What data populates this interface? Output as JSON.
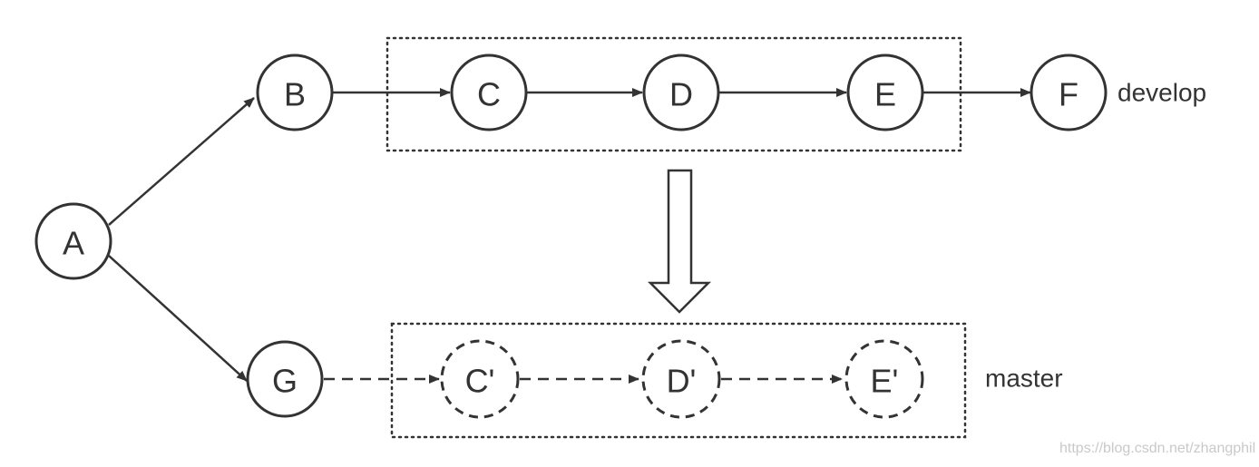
{
  "nodes": {
    "A": "A",
    "B": "B",
    "C": "C",
    "D": "D",
    "E": "E",
    "F": "F",
    "G": "G",
    "C_prime": "C'",
    "D_prime": "D'",
    "E_prime": "E'"
  },
  "branches": {
    "develop": "develop",
    "master": "master"
  },
  "watermark": "https://blog.csdn.net/zhangphil"
}
